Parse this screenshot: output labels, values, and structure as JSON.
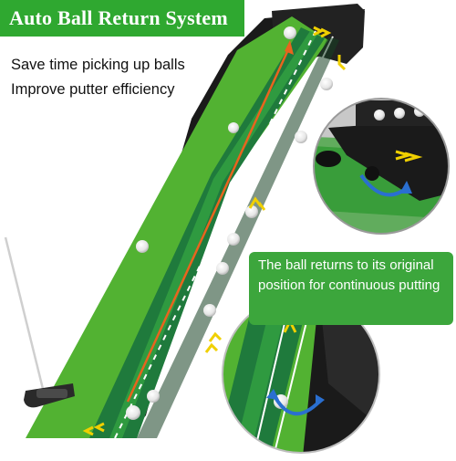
{
  "banner": {
    "title": "Auto Ball Return System"
  },
  "features": [
    "Save time picking up balls",
    "Improve putter efficiency"
  ],
  "callout": {
    "line1": "The ball returns to its original",
    "line2": "position for continuous putting"
  },
  "colors": {
    "banner_green": "#2fa830",
    "callout_green": "#3ca63c",
    "turf_light": "#52b232",
    "turf_dark": "#1f7a3c",
    "frame_black": "#1a1a1a",
    "arrow_orange": "#e8641e",
    "arrow_yellow": "#f0d000",
    "arrow_blue": "#2a6fd0"
  }
}
